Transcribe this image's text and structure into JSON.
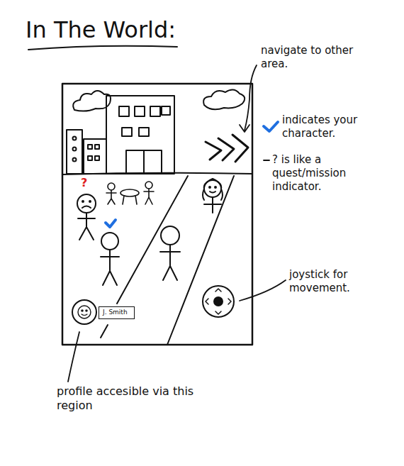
{
  "diagram": {
    "title": "In The World:",
    "nodes": [
      {
        "text": [
          "J. Smith"
        ]
      }
    ],
    "edges": [],
    "labels": [
      "navigate to other area.",
      "indicates your character.",
      "? is like a quest/mission indicator.",
      "joystick for movement.",
      "profile accesible via this region",
      "?"
    ]
  }
}
